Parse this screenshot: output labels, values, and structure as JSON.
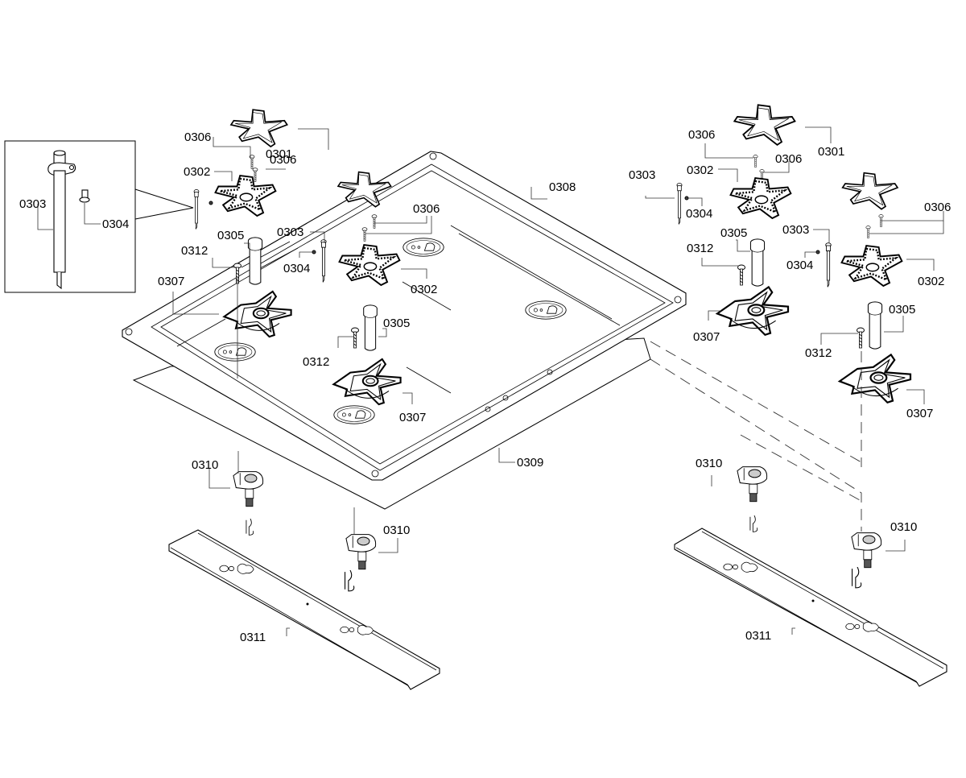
{
  "diagram": {
    "title": "Gas cooktop burner assembly – exploded parts view",
    "colors": {
      "line": "#000000",
      "background": "#ffffff"
    },
    "parts": [
      {
        "id": "0301",
        "name": "Burner cap"
      },
      {
        "id": "0302",
        "name": "Burner head"
      },
      {
        "id": "0303",
        "name": "Ignition electrode"
      },
      {
        "id": "0304",
        "name": "Screw"
      },
      {
        "id": "0305",
        "name": "Sleeve"
      },
      {
        "id": "0306",
        "name": "Screw"
      },
      {
        "id": "0307",
        "name": "Burner base"
      },
      {
        "id": "0308",
        "name": "Cooktop tray"
      },
      {
        "id": "0309",
        "name": "Gasket / insulation sheet"
      },
      {
        "id": "0310",
        "name": "Gas valve fitting"
      },
      {
        "id": "0311",
        "name": "Support rail"
      },
      {
        "id": "0312",
        "name": "Screw"
      }
    ],
    "labels": {
      "inset_0303": "0303",
      "inset_0304": "0304",
      "l_0306a": "0306",
      "l_0306b": "0306",
      "l_0302a": "0302",
      "l_0301a": "0301",
      "l_0305a": "0305",
      "l_0312a": "0312",
      "l_0307a": "0307",
      "l_0303b": "0303",
      "l_0304b": "0304",
      "l_0306c": "0306",
      "l_0302b": "0302",
      "l_0305b": "0305",
      "l_0312b": "0312",
      "l_0307b": "0307",
      "l_0308": "0308",
      "l_0309": "0309",
      "l_0310a": "0310",
      "l_0310b": "0310",
      "l_0311a": "0311",
      "r_0306a": "0306",
      "r_0306b": "0306",
      "r_0301": "0301",
      "r_0303a": "0303",
      "r_0302a": "0302",
      "r_0304a": "0304",
      "r_0306c": "0306",
      "r_0305a": "0305",
      "r_0312a": "0312",
      "r_0303b": "0303",
      "r_0304b": "0304",
      "r_0302b": "0302",
      "r_0307a": "0307",
      "r_0305b": "0305",
      "r_0312b": "0312",
      "r_0307b": "0307",
      "r_0310a": "0310",
      "r_0310b": "0310",
      "r_0311": "0311"
    }
  }
}
